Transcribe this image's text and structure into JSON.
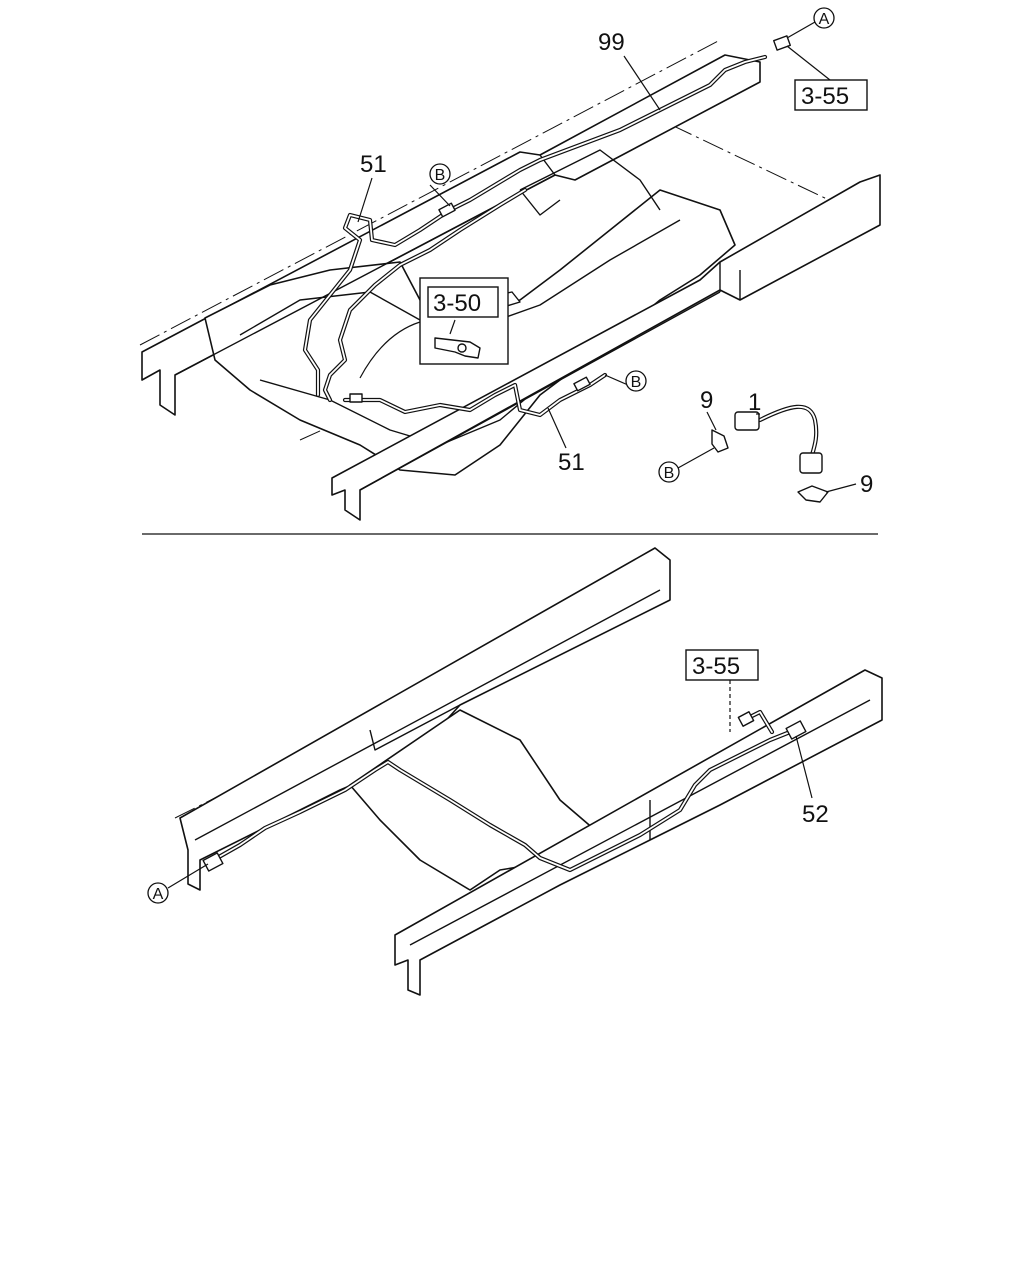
{
  "labels": {
    "part_99": "99",
    "part_51_top": "51",
    "part_51_bottom": "51",
    "part_1": "1",
    "part_9_upper": "9",
    "part_9_lower": "9",
    "part_52": "52"
  },
  "refs": {
    "ref_355_top": "3-55",
    "ref_350": "3-50",
    "ref_355_bottom": "3-55"
  },
  "callouts": {
    "a_top": "A",
    "b_upper": "B",
    "b_right": "B",
    "b_lower": "B",
    "a_bottom": "A"
  }
}
